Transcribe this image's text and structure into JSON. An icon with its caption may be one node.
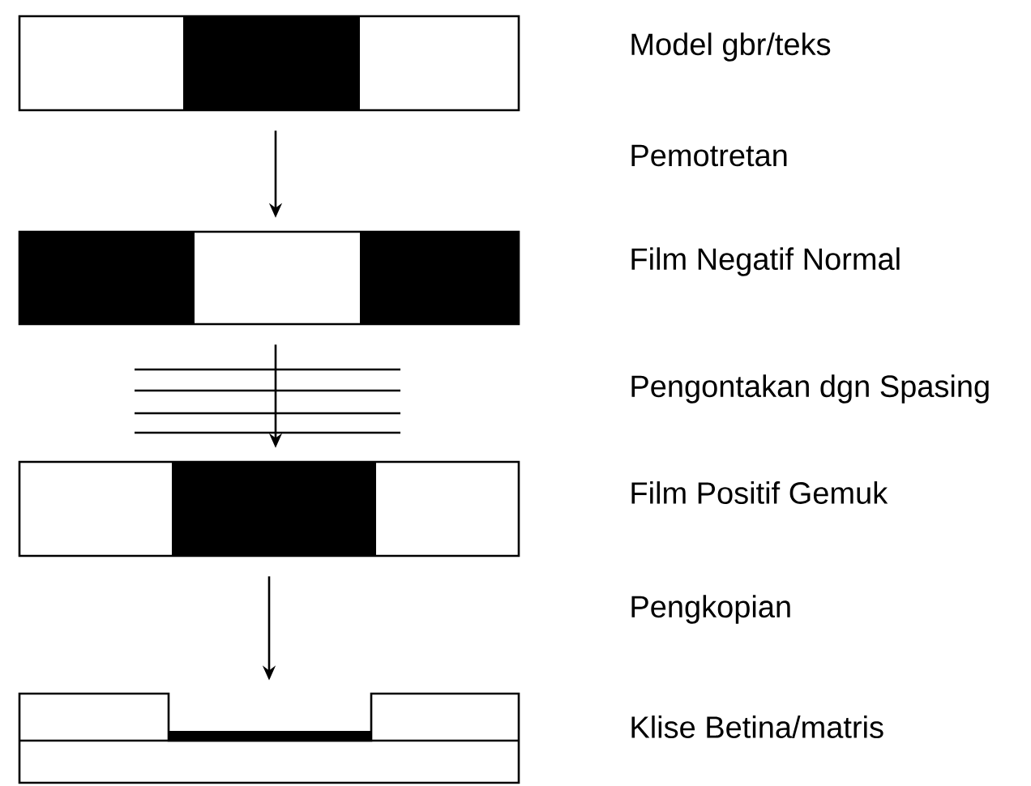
{
  "diagram": {
    "nodes": [
      {
        "text": [],
        "shape": "bar",
        "beside": [
          "Model gbr/teks"
        ]
      },
      {
        "text": [],
        "shape": "bar",
        "beside": [
          "Film Negatif Normal"
        ]
      },
      {
        "text": [],
        "shape": "bar",
        "beside": [
          "Film Positif Gemuk"
        ]
      },
      {
        "text": [],
        "shape": "bar",
        "beside": [
          "Klise Betina/matris"
        ]
      }
    ],
    "edges": [
      {
        "from": 0,
        "to": 1,
        "arrow": "to"
      },
      {
        "from": 1,
        "to": 2,
        "arrow": "to"
      },
      {
        "from": 2,
        "to": 3,
        "arrow": "to"
      }
    ],
    "labels": [
      "Pemotretan",
      "Pengontakan dgn Spasing",
      "Pengkopian"
    ]
  }
}
